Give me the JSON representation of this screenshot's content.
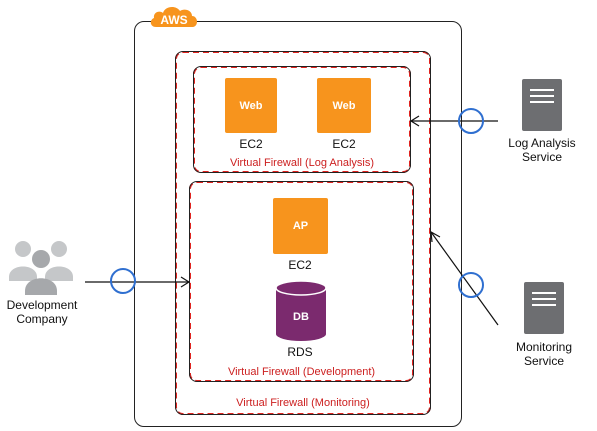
{
  "cloud": {
    "badge": "AWS"
  },
  "firewalls": {
    "monitoring": "Virtual Firewall (Monitoring)",
    "log_analysis": "Virtual Firewall (Log Analysis)",
    "development": "Virtual Firewall (Development)"
  },
  "instances": {
    "web1": {
      "icon_text": "Web",
      "label": "EC2"
    },
    "web2": {
      "icon_text": "Web",
      "label": "EC2"
    },
    "ap": {
      "icon_text": "AP",
      "label": "EC2"
    },
    "db": {
      "icon_text": "DB",
      "label": "RDS"
    }
  },
  "external": {
    "development_company": [
      "Development",
      "Company"
    ],
    "log_analysis_service": [
      "Log Analysis",
      "Service"
    ],
    "monitoring_service": [
      "Monitoring",
      "Service"
    ]
  },
  "colors": {
    "ec2": "#f7941d",
    "rds": "#7b2a6e",
    "firewall": "#e0231f",
    "access_point": "#2f6fd0",
    "server": "#6d6e71",
    "cloud_badge": "#f7941d"
  }
}
